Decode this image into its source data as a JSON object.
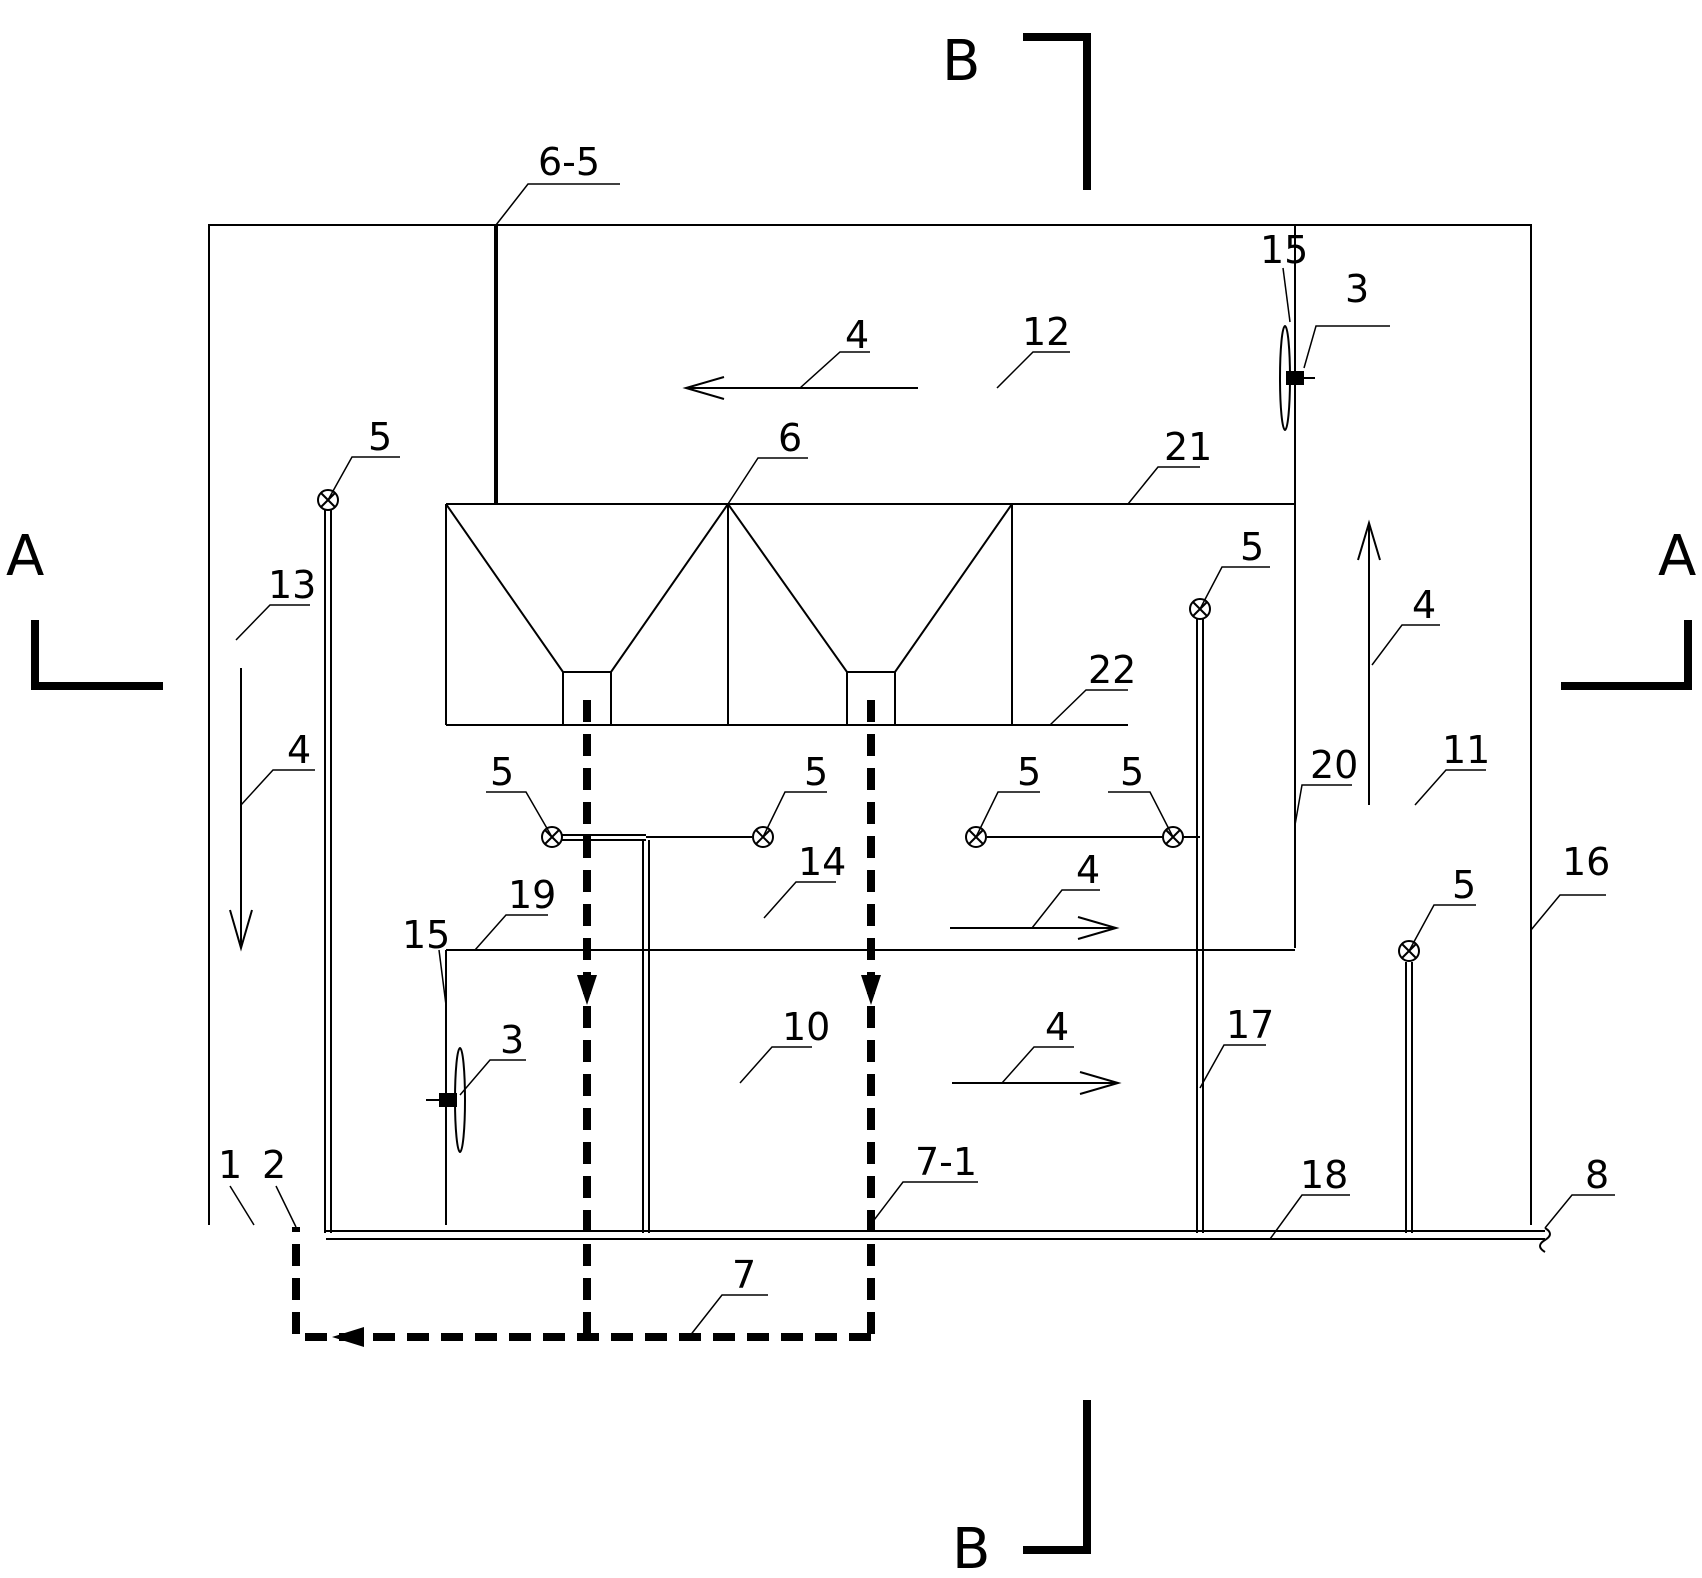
{
  "section_markers": {
    "a_left": "A",
    "a_right": "A",
    "b_top": "B",
    "b_bottom": "B"
  },
  "labels": {
    "l6_5": "6-5",
    "l15_top": "15",
    "l3_top": "3",
    "l4_top": "4",
    "l12": "12",
    "l5_left": "5",
    "l6": "6",
    "l21": "21",
    "l13": "13",
    "l5_right": "5",
    "l4_right": "4",
    "l22": "22",
    "l4_left": "4",
    "l11": "11",
    "l20": "20",
    "l5_a": "5",
    "l5_b": "5",
    "l5_c": "5",
    "l5_d": "5",
    "l14": "14",
    "l4_mid": "4",
    "l5_e": "5",
    "l16": "16",
    "l19": "19",
    "l15_low": "15",
    "l10": "10",
    "l3_low": "3",
    "l4_low": "4",
    "l17": "17",
    "l7_1": "7-1",
    "l1": "1",
    "l2": "2",
    "l18": "18",
    "l8": "8",
    "l7": "7"
  }
}
